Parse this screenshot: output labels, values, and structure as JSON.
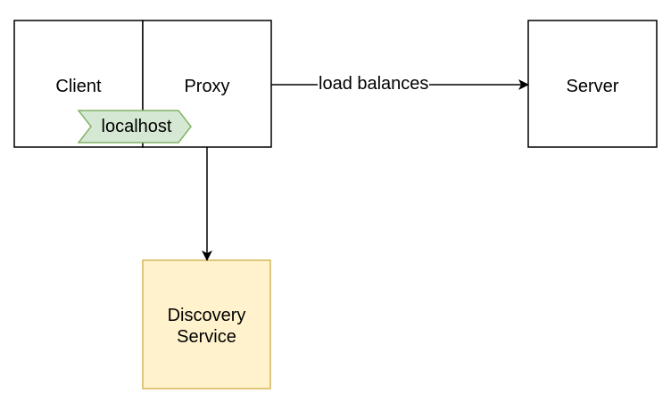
{
  "nodes": {
    "client": {
      "label": "Client"
    },
    "proxy": {
      "label": "Proxy"
    },
    "server": {
      "label": "Server"
    },
    "discovery": {
      "label_line1": "Discovery",
      "label_line2": "Service"
    },
    "localhost_tag": {
      "label": "localhost"
    }
  },
  "edges": {
    "proxy_to_server": {
      "label": "load balances"
    }
  },
  "colors": {
    "stroke": "#000000",
    "discovery_fill": "#fff2cc",
    "discovery_stroke": "#d6b656",
    "tag_fill": "#d5e8d4",
    "tag_stroke": "#82b366"
  }
}
